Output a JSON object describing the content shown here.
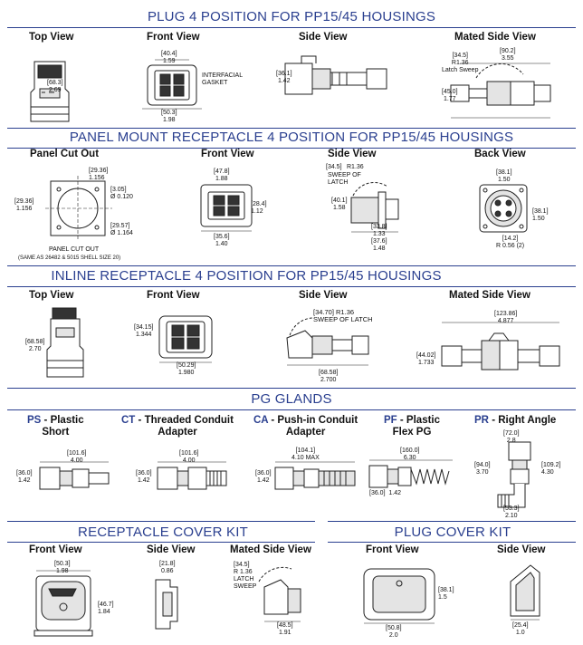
{
  "titles": {
    "plug": "PLUG 4 POSITION FOR PP15/45 HOUSINGS",
    "panel": "PANEL MOUNT RECEPTACLE 4 POSITION FOR PP15/45 HOUSINGS",
    "inline": "INLINE RECEPTACLE 4 POSITION FOR PP15/45 HOUSINGS",
    "pg": "PG GLANDS",
    "rcover": "RECEPTACLE COVER KIT",
    "pcover": "PLUG COVER KIT"
  },
  "views": {
    "top": "Top View",
    "front": "Front View",
    "side": "Side View",
    "mated_side": "Mated Side View",
    "panel_cut": "Panel Cut Out",
    "back": "Back View"
  },
  "plug": {
    "top_dim1": "[68.3]",
    "top_dim2": "2.69",
    "front_w1": "[40.4]",
    "front_w2": "1.59",
    "front_b1": "[50.3]",
    "front_b2": "1.98",
    "gasket": "INTERFACIAL\nGASKET",
    "side_h1": "[36.1]",
    "side_h2": "1.42",
    "mated_w1": "[90.2]",
    "mated_w2": "3.55",
    "mated_s1": "[34.5]",
    "mated_s2": "R1.36",
    "latch_sweep": "Latch Sweep",
    "mated_h1": "[45.0]",
    "mated_h2": "1.77"
  },
  "panel": {
    "cut_a1": "[29.36]",
    "cut_a2": "1.156",
    "cut_b1": "[3.05]",
    "cut_b2": "Ø 0.120",
    "cut_c1": "[29.36]",
    "cut_c2": "1.156",
    "cut_d1": "[29.57]",
    "cut_d2": "Ø 1.164",
    "cut_caption1": "PANEL CUT OUT",
    "cut_caption2": "(SAME AS 26482 & 5015 SHELL SIZE 20)",
    "front_w1": "[47.8]",
    "front_w2": "1.88",
    "front_h1": "[28.4]",
    "front_h2": "1.12",
    "front_b1": "[35.6]",
    "front_b2": "1.40",
    "side_s1": "[34.5]",
    "side_s2": "R1.36",
    "sweep": "SWEEP OF\nLATCH",
    "side_h1": "[40.1]",
    "side_h2": "1.58",
    "side_b1": "[33.8]",
    "side_b2": "1.33",
    "side_c1": "[37.6]",
    "side_c2": "1.48",
    "back_w1": "[38.1]",
    "back_w2": "1.50",
    "back_h1": "[38.1]",
    "back_h2": "1.50",
    "back_r1": "[14.2]",
    "back_r2": "R 0.56 (2)"
  },
  "inline": {
    "top_h1": "[68.58]",
    "top_h2": "2.70",
    "front_h1": "[34.15]",
    "front_h2": "1.344",
    "front_b1": "[50.29]",
    "front_b2": "1.980",
    "side_s1": "[34.70] R1.36",
    "side_s2": "SWEEP OF LATCH",
    "side_b1": "[68.58]",
    "side_b2": "2.700",
    "mated_w1": "[123.86]",
    "mated_w2": "4.877",
    "mated_h1": "[44.02]",
    "mated_h2": "1.733"
  },
  "glands": [
    {
      "code": "PS",
      "name": "- Plastic",
      "name2": "Short",
      "w1": "[101.6]",
      "w2": "4.00",
      "h1": "[36.0]",
      "h2": "1.42"
    },
    {
      "code": "CT",
      "name": "- Threaded Conduit",
      "name2": "Adapter",
      "w1": "[101.6]",
      "w2": "4.00",
      "h1": "[36.0]",
      "h2": "1.42"
    },
    {
      "code": "CA",
      "name": "- Push-in Conduit",
      "name2": "Adapter",
      "w1": "[104.1]",
      "w2": "4.10  MAX",
      "h1": "[36.0]",
      "h2": "1.42"
    },
    {
      "code": "PF",
      "name": "- Plastic",
      "name2": "Flex PG",
      "w1": "[160.0]",
      "w2": "6.30",
      "h1": "[36.0]",
      "h2": "1.42"
    },
    {
      "code": "PR",
      "name": "- Right Angle",
      "name2": "",
      "w1": "[72.0]",
      "w2": "2.8",
      "h1": "[94.0]",
      "h2": "3.70",
      "h3": "[109.2]",
      "h4": "4.30",
      "b1": "[53.3]",
      "b2": "2.10"
    }
  ],
  "rcover": {
    "front_w1": "[50.3]",
    "front_w2": "1.98",
    "front_h1": "[46.7]",
    "front_h2": "1.84",
    "side_w1": "[21.8]",
    "side_w2": "0.86",
    "mated_s1": "[34.5]",
    "mated_s2": "R 1.36",
    "mated_s3": "LATCH",
    "mated_s4": "SWEEP",
    "mated_b1": "[48.5]",
    "mated_b2": "1.91"
  },
  "pcover": {
    "front_h1": "[38.1]",
    "front_h2": "1.5",
    "front_b1": "[50.8]",
    "front_b2": "2.0",
    "side_b1": "[25.4]",
    "side_b2": "1.0"
  }
}
